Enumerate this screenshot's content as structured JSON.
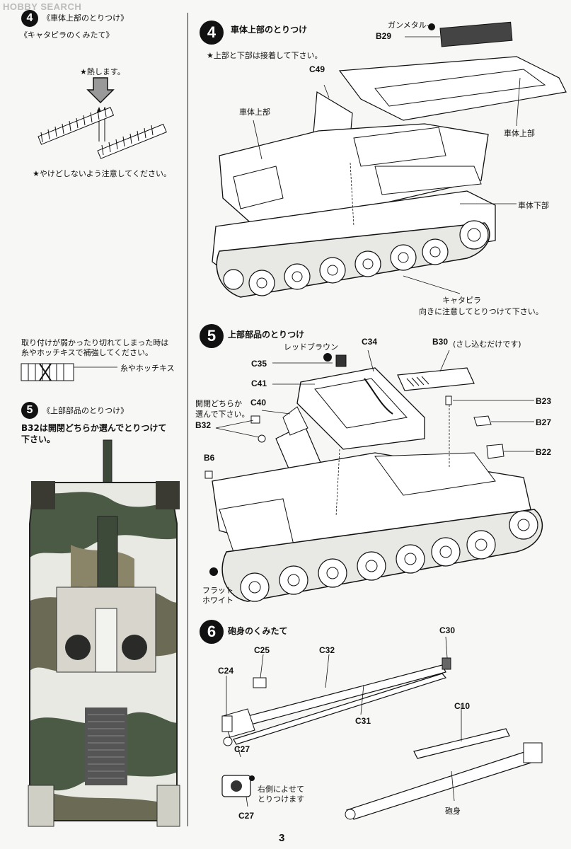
{
  "watermark": "HOBBY SEARCH",
  "page_number": "3",
  "left": {
    "step4": {
      "num": "4",
      "title": "《車体上部のとりつけ》",
      "subtitle": "《キャタピラのくみたて》",
      "heat_note": "★熱します。",
      "burn_note": "★やけどしないよう注意してください。"
    },
    "repair": {
      "line1": "取り付けが弱かったり切れてしまった時は",
      "line2": "糸やホッチキスで補強してください。",
      "label": "糸やホッチキス"
    },
    "step5": {
      "num": "5",
      "title": "《上部部品のとりつけ》",
      "line1": "B32は開閉どちらか選んでとりつけて",
      "line2": "下さい。"
    }
  },
  "right": {
    "step4": {
      "num": "4",
      "title": "車体上部のとりつけ",
      "note": "★上部と下部は接着して下さい。",
      "labels": {
        "gunmetal": "ガンメタル",
        "b29": "B29",
        "c49": "C49",
        "upper_left": "車体上部",
        "upper_right": "車体上部",
        "lower": "車体下部",
        "track": "キャタピラ",
        "track_note": "向きに注意してとりつけて下さい。"
      }
    },
    "step5": {
      "num": "5",
      "title": "上部部品のとりつけ",
      "labels": {
        "red_brown": "レッドブラウン",
        "c34": "C34",
        "b30": "B30",
        "b30_note": "(さし込むだけです)",
        "c35": "C35",
        "c41": "C41",
        "choose1": "開閉どちらか",
        "choose2": "選んで下さい。",
        "c40": "C40",
        "b32": "B32",
        "b23": "B23",
        "b27": "B27",
        "b22": "B22",
        "b6": "B6",
        "flat1": "フラット",
        "flat2": "ホワイト"
      }
    },
    "step6": {
      "num": "6",
      "title": "砲身のくみたて",
      "labels": {
        "c30": "C30",
        "c25": "C25",
        "c32": "C32",
        "c24": "C24",
        "c31": "C31",
        "c27": "C27",
        "c10": "C10",
        "right_side1": "右側によせて",
        "right_side2": "とりつけます",
        "c27b": "C27",
        "barrel": "砲身"
      }
    }
  }
}
